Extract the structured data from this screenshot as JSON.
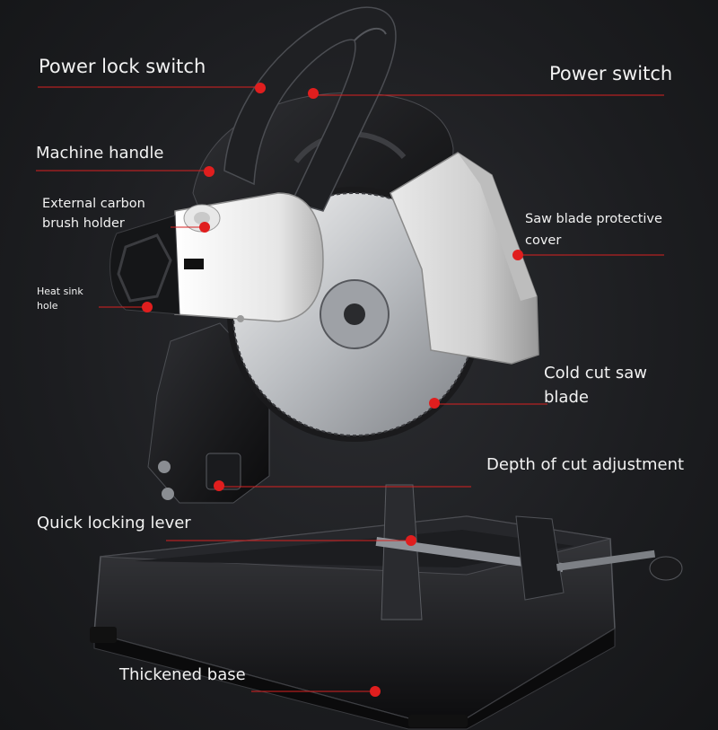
{
  "accent_color": "#e01e1e",
  "labels": {
    "power_lock_switch": "Power lock switch",
    "power_switch": "Power switch",
    "machine_handle": "Machine handle",
    "carbon_brush_line1": "External carbon",
    "carbon_brush_line2": "brush holder",
    "blade_cover_line1": "Saw blade protective",
    "blade_cover_line2": "cover",
    "heat_sink_line1": "Heat sink",
    "heat_sink_line2": "hole",
    "cold_blade_line1": "Cold cut saw",
    "cold_blade_line2": "blade",
    "depth_adjust": "Depth of cut adjustment",
    "quick_lock": "Quick locking lever",
    "thick_base": "Thickened base"
  }
}
